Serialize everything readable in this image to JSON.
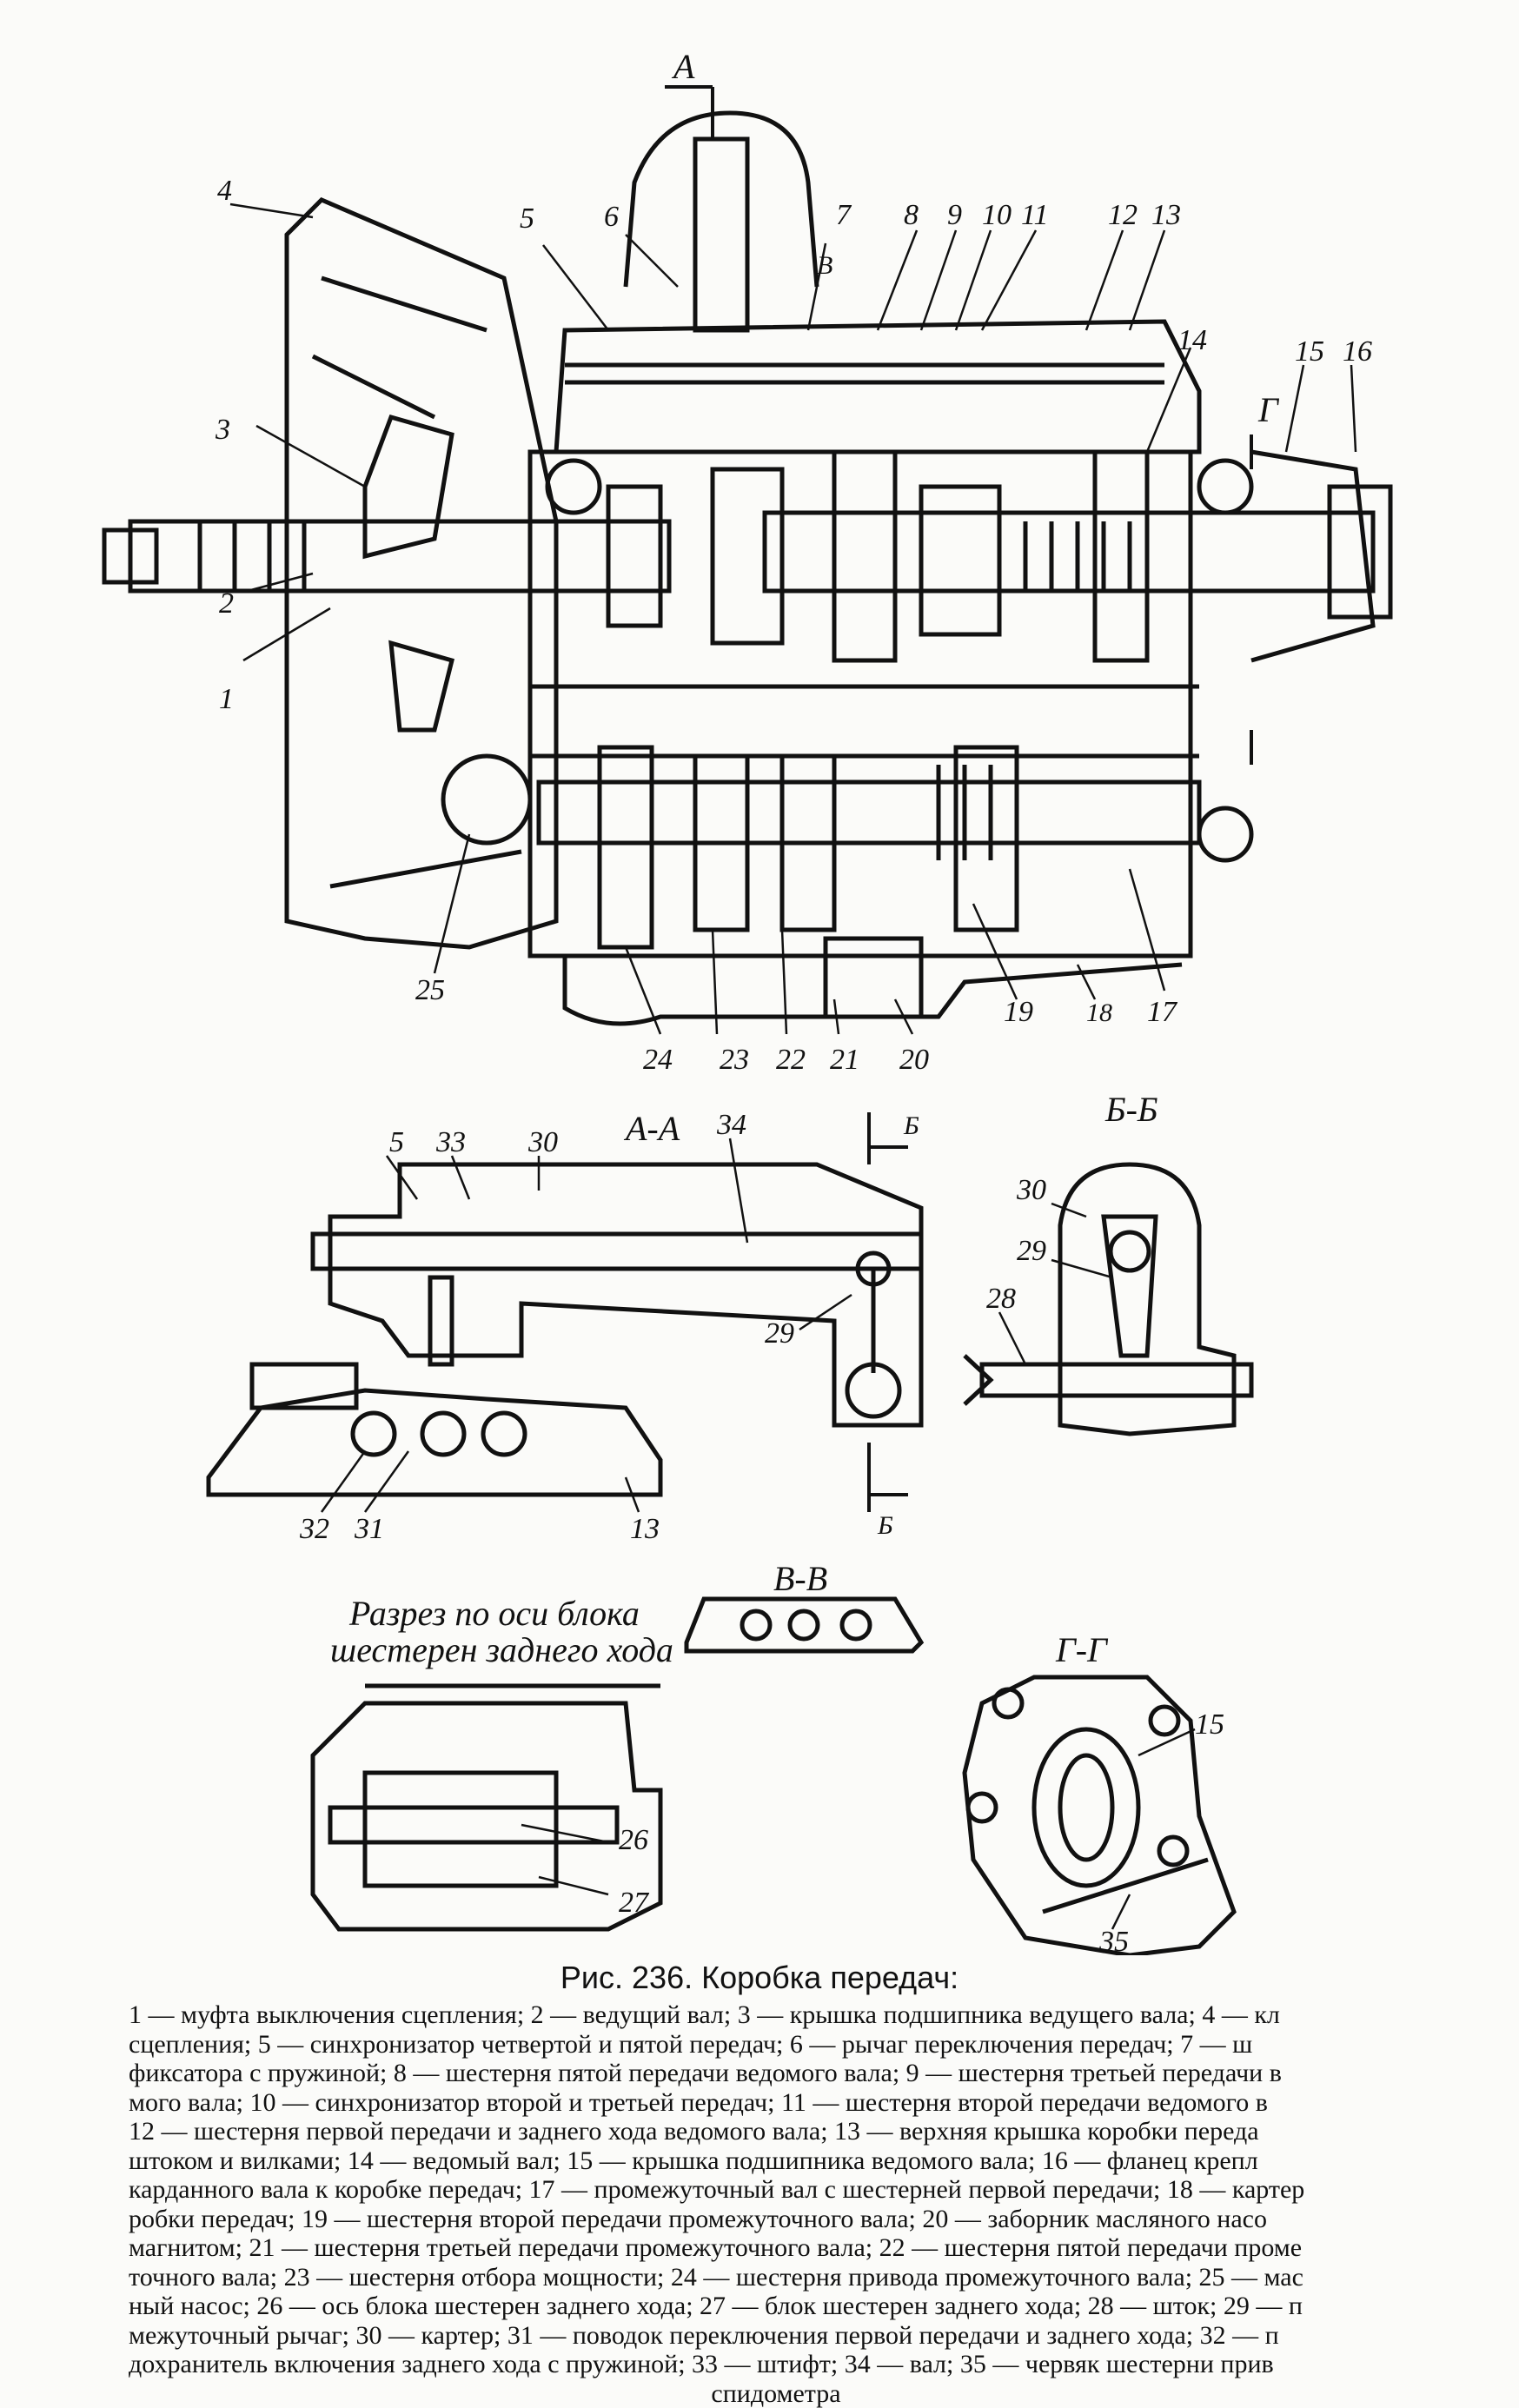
{
  "figure": {
    "caption": "Рис. 236. Коробка передач:",
    "sections": {
      "aa": "А-А",
      "bb": "Б-Б",
      "vv": "В-В",
      "gg": "Г-Г",
      "reverse_line1": "Разрез по оси блока",
      "reverse_line2": "шестерен заднего хода"
    },
    "cut_marks": {
      "a": "А",
      "v": "В",
      "b": "Б",
      "g": "Г"
    },
    "part_numbers": [
      "1",
      "2",
      "3",
      "4",
      "5",
      "6",
      "7",
      "8",
      "9",
      "10",
      "11",
      "12",
      "13",
      "14",
      "15",
      "16",
      "17",
      "18",
      "19",
      "20",
      "21",
      "22",
      "23",
      "24",
      "25",
      "26",
      "27",
      "28",
      "29",
      "30",
      "31",
      "32",
      "33",
      "34",
      "35"
    ],
    "legend_lines": [
      "1 — муфта выключения сцепления; 2 — ведущий вал; 3 — крышка подшипника ведущего вала; 4 — кл",
      "сцепления; 5 — синхронизатор четвертой и пятой передач; 6 — рычаг переключения передач; 7 — ш",
      "фиксатора с пружиной; 8 — шестерня пятой передачи ведомого вала; 9 — шестерня третьей передачи в",
      "мого вала; 10 — синхронизатор второй и третьей передач; 11 — шестерня второй передачи ведомого в",
      "12 — шестерня первой передачи и заднего хода ведомого вала; 13 — верхняя крышка коробки переда",
      "штоком и вилками; 14 — ведомый вал; 15 — крышка подшипника ведомого вала; 16 — фланец крепл",
      "карданного вала к коробке передач; 17 — промежуточный вал с шестерней первой передачи; 18 — картер",
      "робки передач; 19 — шестерня второй передачи промежуточного вала; 20 — заборник масляного насо",
      "магнитом; 21 — шестерня третьей передачи промежуточного вала; 22 — шестерня пятой передачи проме",
      "точного вала; 23 — шестерня отбора мощности; 24 — шестерня привода промежуточного вала; 25 — мас",
      "ный насос; 26 — ось блока шестерен заднего хода; 27 — блок шестерен заднего хода; 28 — шток; 29 — п",
      "межуточный рычаг; 30 — картер; 31 — поводок переключения первой передачи и заднего хода; 32 — п",
      "дохранитель включения заднего хода с пружиной; 33 — штифт; 34 — вал; 35 — червяк шестерни прив",
      "спидометра"
    ]
  }
}
